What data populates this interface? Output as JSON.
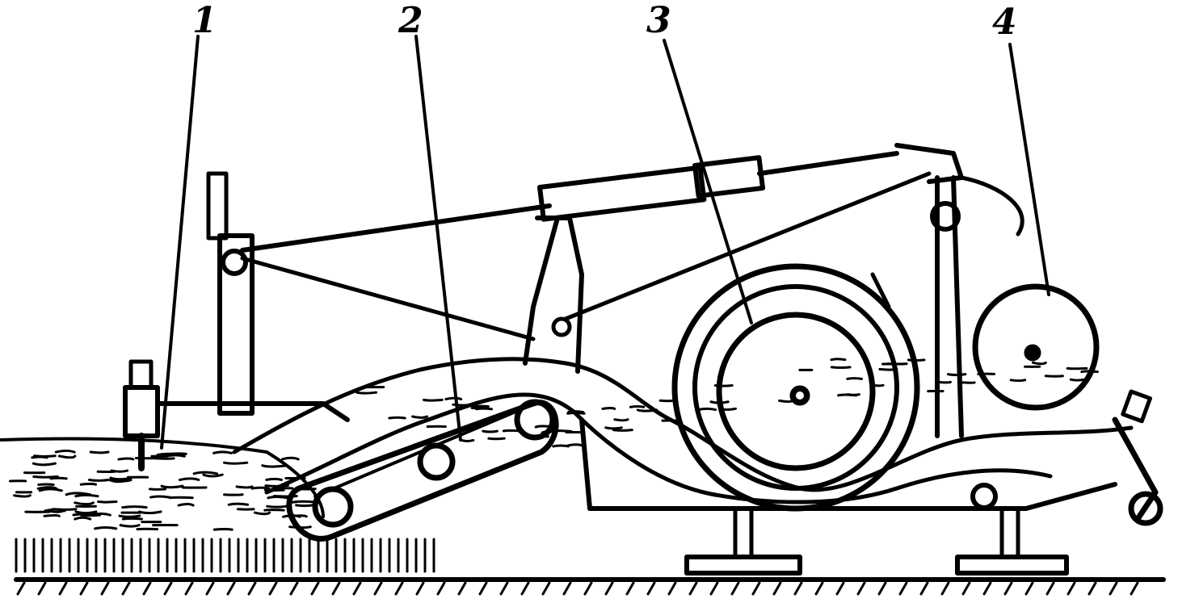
{
  "figure": {
    "callouts": [
      {
        "id": "1",
        "label": "1"
      },
      {
        "id": "2",
        "label": "2"
      },
      {
        "id": "3",
        "label": "3"
      },
      {
        "id": "4",
        "label": "4"
      }
    ]
  },
  "colors": {
    "ink": "#000000",
    "paper": "#ffffff"
  }
}
